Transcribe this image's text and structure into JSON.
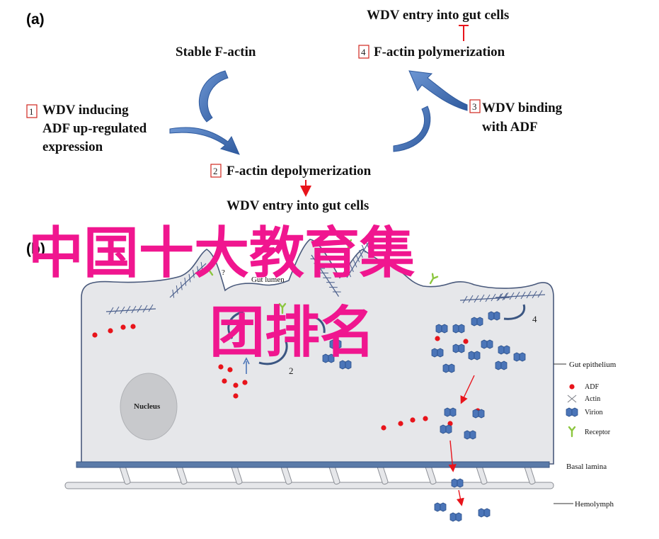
{
  "panel_a": {
    "label": "(a)",
    "stable": "Stable F-actin",
    "step1_num": "1",
    "step1_l1": "WDV inducing",
    "step1_l2": "ADF up-regulated",
    "step1_l3": "expression",
    "step2_num": "2",
    "step2": "F-actin depolymerization",
    "entry_bottom": "WDV entry into gut cells",
    "step3_num": "3",
    "step3_l1": "WDV binding",
    "step3_l2": "with ADF",
    "step4_num": "4",
    "step4": "F-actin polymerization",
    "entry_top": "WDV entry into gut cells"
  },
  "panel_b": {
    "label": "(b)",
    "gut_lumen": "Gut lumen",
    "question": "?",
    "nucleus": "Nucleus",
    "step2_num": "2",
    "step4_num": "4",
    "gut_epithelium": "Gut epithelium",
    "basal_lamina": "Basal lamina",
    "hemolymph": "Hemolymph",
    "legend": {
      "adf": "ADF",
      "actin": "Actin",
      "virion": "Virion",
      "receptor": "Receptor"
    }
  },
  "watermark": {
    "line1": "中国十大教育集",
    "line2": "团排名"
  },
  "colors": {
    "arrow_blue": "#4472b4",
    "box_red": "#d0271f",
    "cell_fill": "#e6e7ea",
    "adf_red": "#e8141b",
    "virion_blue": "#4b75b8",
    "receptor_green": "#8cc63f",
    "watermark_pink": "#f0168f"
  }
}
